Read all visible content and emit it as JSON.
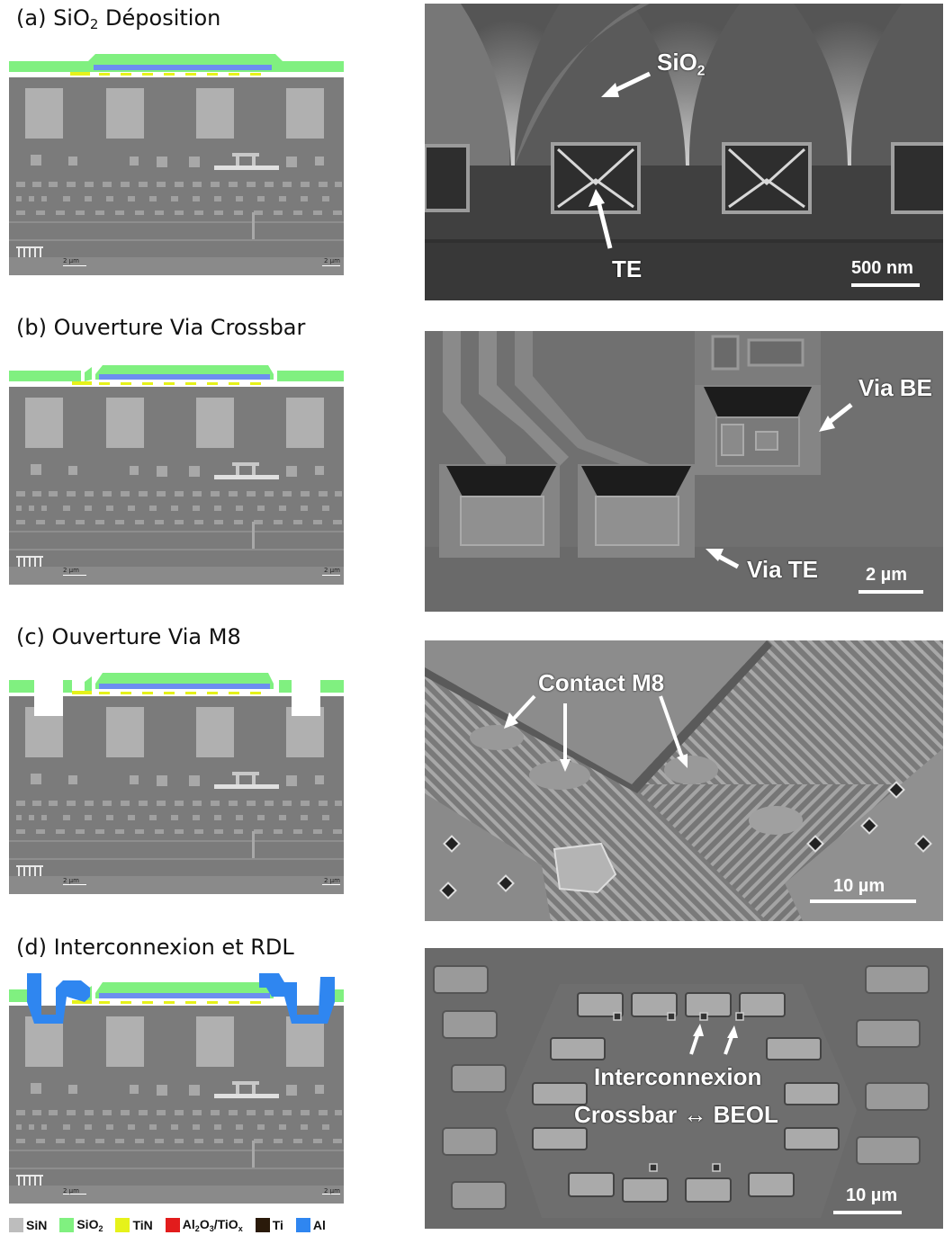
{
  "panels": [
    {
      "id": "a",
      "title_pre": "(a) SiO",
      "title_sub": "2",
      "title_post": " Déposition",
      "schematic_scale": "2 µm",
      "schematic_scale2": "2 µm",
      "sem_labels": {
        "sio2_pre": "SiO",
        "sio2_sub": "2",
        "te": "TE"
      },
      "sem_scale": "500 nm"
    },
    {
      "id": "b",
      "title": "(b) Ouverture Via Crossbar",
      "schematic_scale": "2 µm",
      "schematic_scale2": "2 µm",
      "sem_labels": {
        "via_be": "Via BE",
        "via_te": "Via TE"
      },
      "sem_scale": "2 µm"
    },
    {
      "id": "c",
      "title": "(c) Ouverture Via M8",
      "schematic_scale": "2 µm",
      "schematic_scale2": "2 µm",
      "sem_labels": {
        "contact": "Contact M8"
      },
      "sem_scale": "10 µm"
    },
    {
      "id": "d",
      "title": "(d) Interconnexion et RDL",
      "schematic_scale": "2 µm",
      "schematic_scale2": "2 µm",
      "sem_labels": {
        "line1": "Interconnexion",
        "line2": "Crossbar ↔ BEOL"
      },
      "sem_scale": "10 µm"
    }
  ],
  "legend": [
    {
      "label": "SiN",
      "color": "#bdbdbd"
    },
    {
      "label_pre": "SiO",
      "label_sub": "2",
      "color": "#80f080"
    },
    {
      "label": "TiN",
      "color": "#e6f21a"
    },
    {
      "label_pre": "Al",
      "label_sub": "2",
      "label_mid": "O",
      "label_sub2": "3",
      "label_mid2": "/TiO",
      "label_sub3": "x",
      "color": "#e21c1c"
    },
    {
      "label": "Ti",
      "color": "#2a1a0a"
    },
    {
      "label": "Al",
      "color": "#2f86f0"
    }
  ],
  "colors": {
    "sin": "#bdbdbd",
    "sio2": "#80f080",
    "tin": "#e6f21a",
    "alox": "#e21c1c",
    "ti": "#2a1a0a",
    "al": "#2f86f0",
    "bulk": "#7a7a7a",
    "block": "#aeaeae"
  }
}
